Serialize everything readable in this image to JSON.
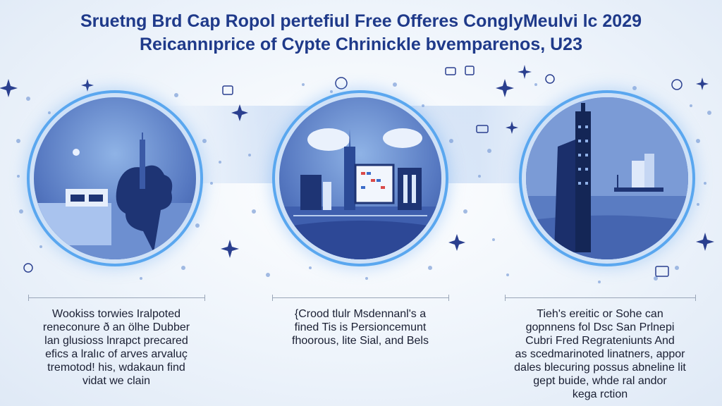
{
  "title": {
    "line1": "Sruetng Brd Cap Ropol pertefiul Free Offeres ConglyMeulvi lc 2029",
    "line2": "Reicannıprice of Cypte Chrinickle bvemparenos, U23"
  },
  "panels": [
    {
      "caption_lines": [
        "Wookiss torwies Iralpoted",
        "reneconure ð an ölhe Dubber",
        "lan glusioss lnrapct precared",
        "efics a lralıc of arves arvaluç",
        "tremotod! his, wdakaun find",
        "vidat we clain"
      ]
    },
    {
      "caption_lines": [
        "{Crood tlulr Msdennanl's a",
        "fined Tis is Persioncemunt",
        "fhoorous, lite Sial, and Bels"
      ]
    },
    {
      "caption_lines": [
        "Tieh's ereitic or Sohe can",
        "gopnnens fol Dsc San Prlnepi",
        "Cubri Fred Regrateniunts And",
        "as scedmarinoted linatners, appor",
        "dales blecuring possus abneline lit",
        "gept buide, whde ral andor",
        "kega rction"
      ]
    }
  ],
  "colors": {
    "title": "#1f3a8a",
    "accent": "#5aa7ef",
    "deco": "#2a3f8f"
  }
}
